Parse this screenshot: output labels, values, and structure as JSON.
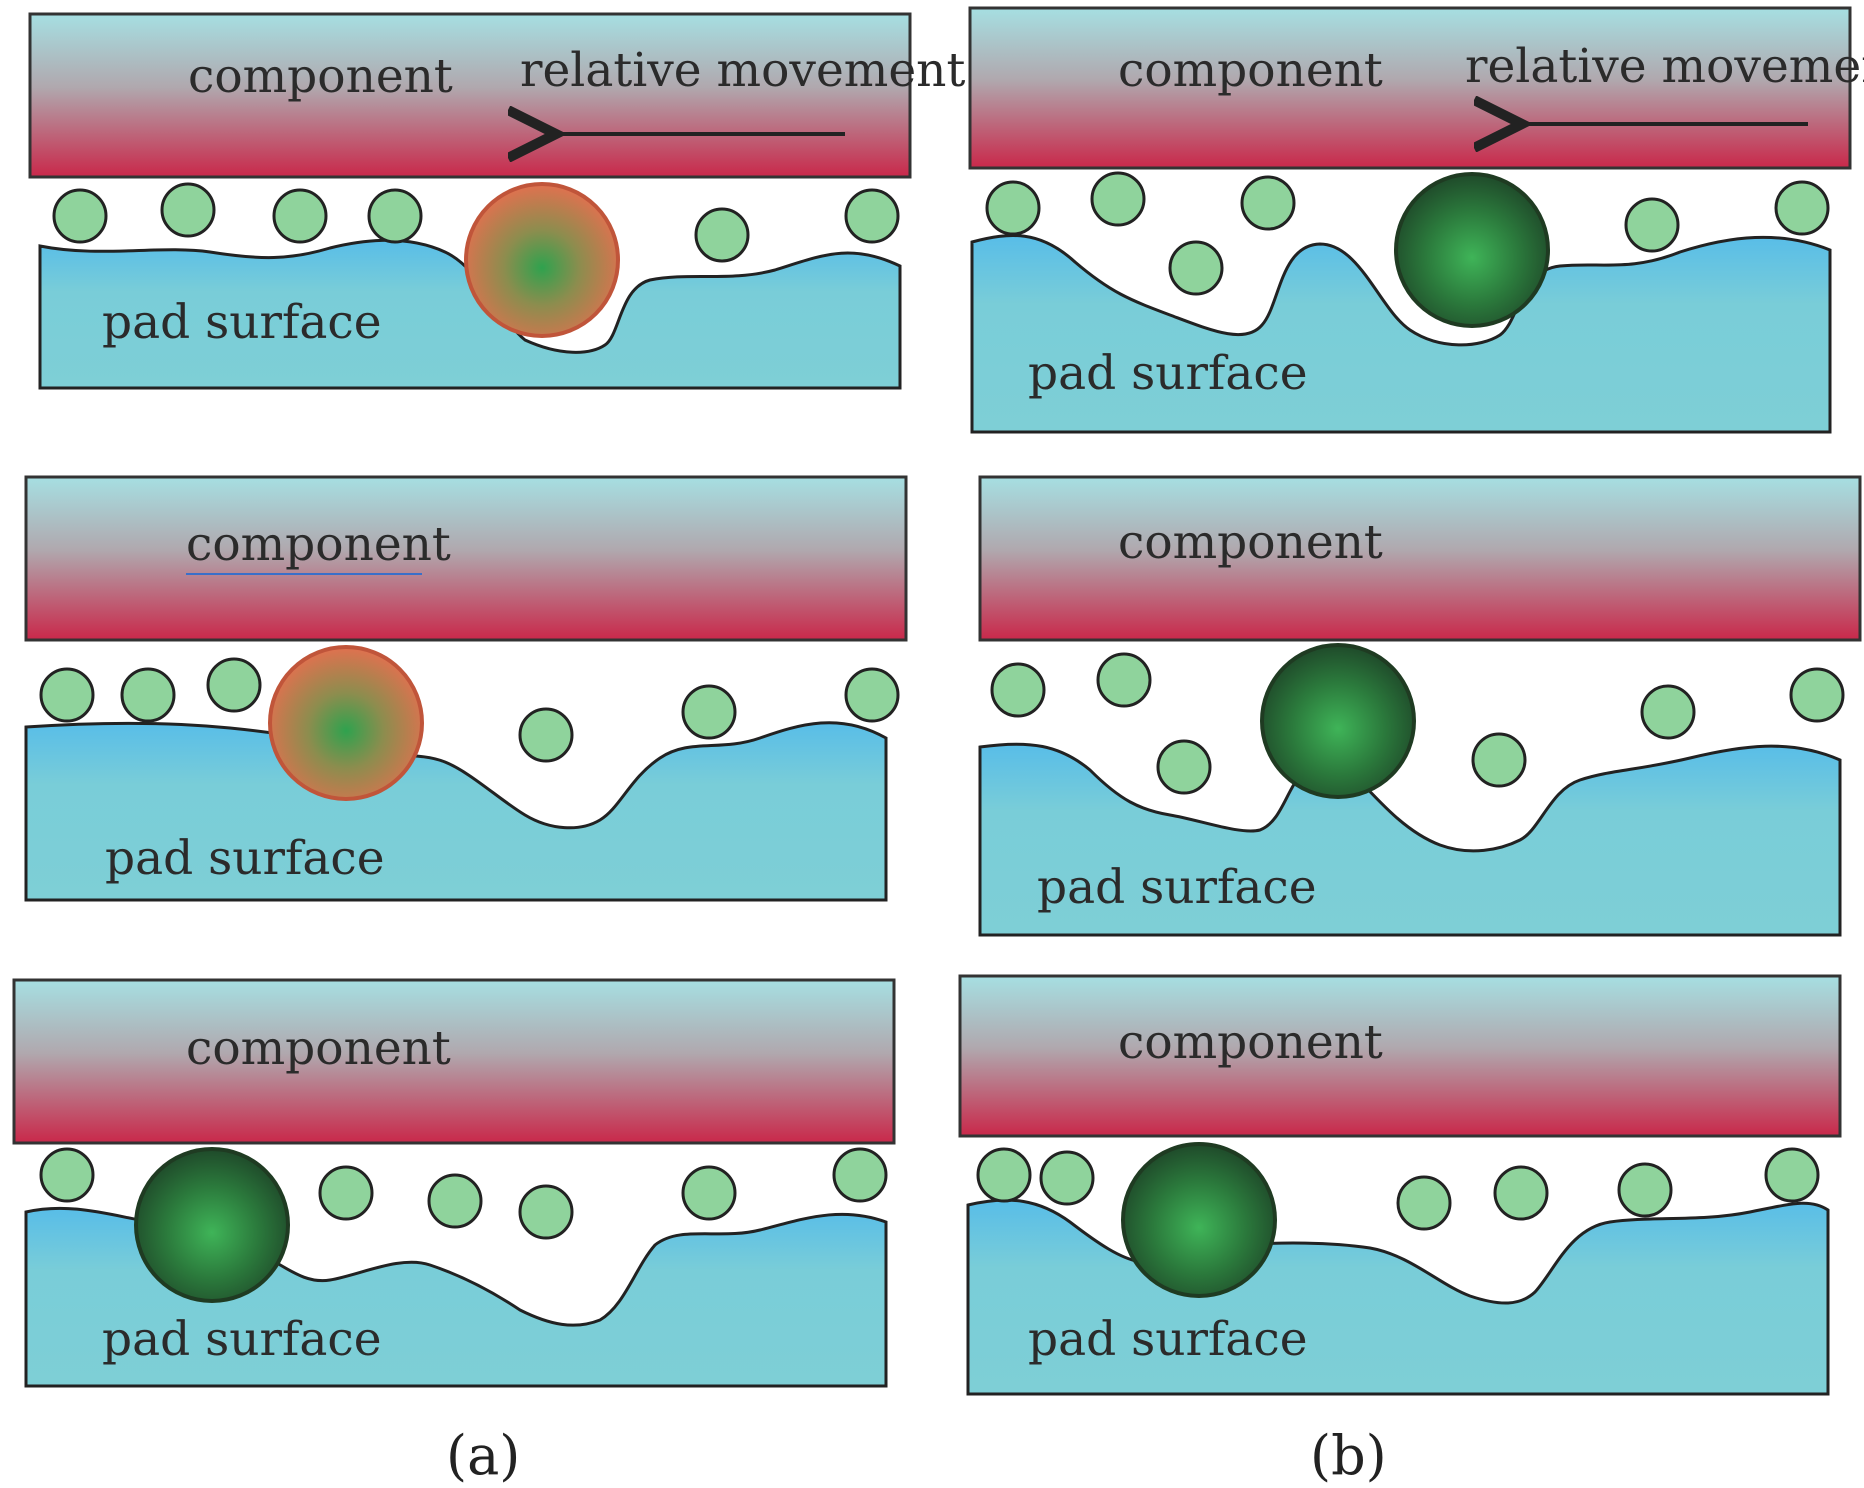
{
  "figure": {
    "component_label": "component",
    "pad_label": "pad surface",
    "movement_label": "relative movement",
    "colors": {
      "component_top": "#a6dfe2",
      "component_bottom": "#c9284a",
      "pad_fill": "#79cdd8",
      "pad_top": "#5bbfe6",
      "small_particle": "#8fd39c",
      "large_particle_red": "#d9705a",
      "large_particle_green": "#2f8f44",
      "outline": "#222222"
    }
  },
  "captions": {
    "a": "(a)",
    "b": "(b)"
  },
  "panels": [
    {
      "id": "a1",
      "column": "a",
      "row": 1,
      "large_particle": "red",
      "shows_movement": true
    },
    {
      "id": "b1",
      "column": "b",
      "row": 1,
      "large_particle": "green",
      "shows_movement": true
    },
    {
      "id": "a2",
      "column": "a",
      "row": 2,
      "large_particle": "red",
      "shows_movement": false
    },
    {
      "id": "b2",
      "column": "b",
      "row": 2,
      "large_particle": "green",
      "shows_movement": false
    },
    {
      "id": "a3",
      "column": "a",
      "row": 3,
      "large_particle": "green",
      "shows_movement": false
    },
    {
      "id": "b3",
      "column": "b",
      "row": 3,
      "large_particle": "green",
      "shows_movement": false
    }
  ]
}
